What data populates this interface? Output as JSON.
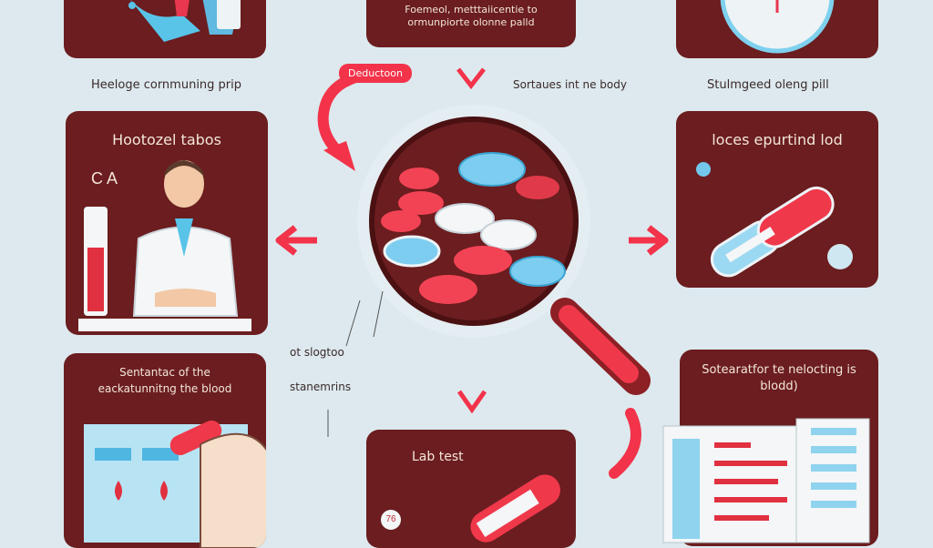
{
  "panels": {
    "top_center": "Foemeol, metttaiicentie to ormunpiorte olonne palld",
    "mid_left": "Hootozel tabos",
    "mid_right": "loces epurtind lod",
    "bot_left": "Sentantac of the eackatunnitng the blood",
    "bot_center": "Lab test",
    "bot_right": "Sotearatfor te nelocting is blodd)"
  },
  "captions": {
    "top_left": "Heeloge cornmuning prip",
    "top_center": "Sortaues int ne body",
    "top_right": "Stulmgeed oleng pill",
    "arrow_label": "Deductoon",
    "mid_label_1": "ot slogtoo",
    "mid_label_2": "stanemrins"
  },
  "labels": {
    "tube_letters": "C A",
    "number_badge": "76"
  },
  "colors": {
    "panel": "#6b1d1f",
    "background": "#dde9ee",
    "accent_red": "#f2334a",
    "pill_blue": "#72c7ea"
  }
}
